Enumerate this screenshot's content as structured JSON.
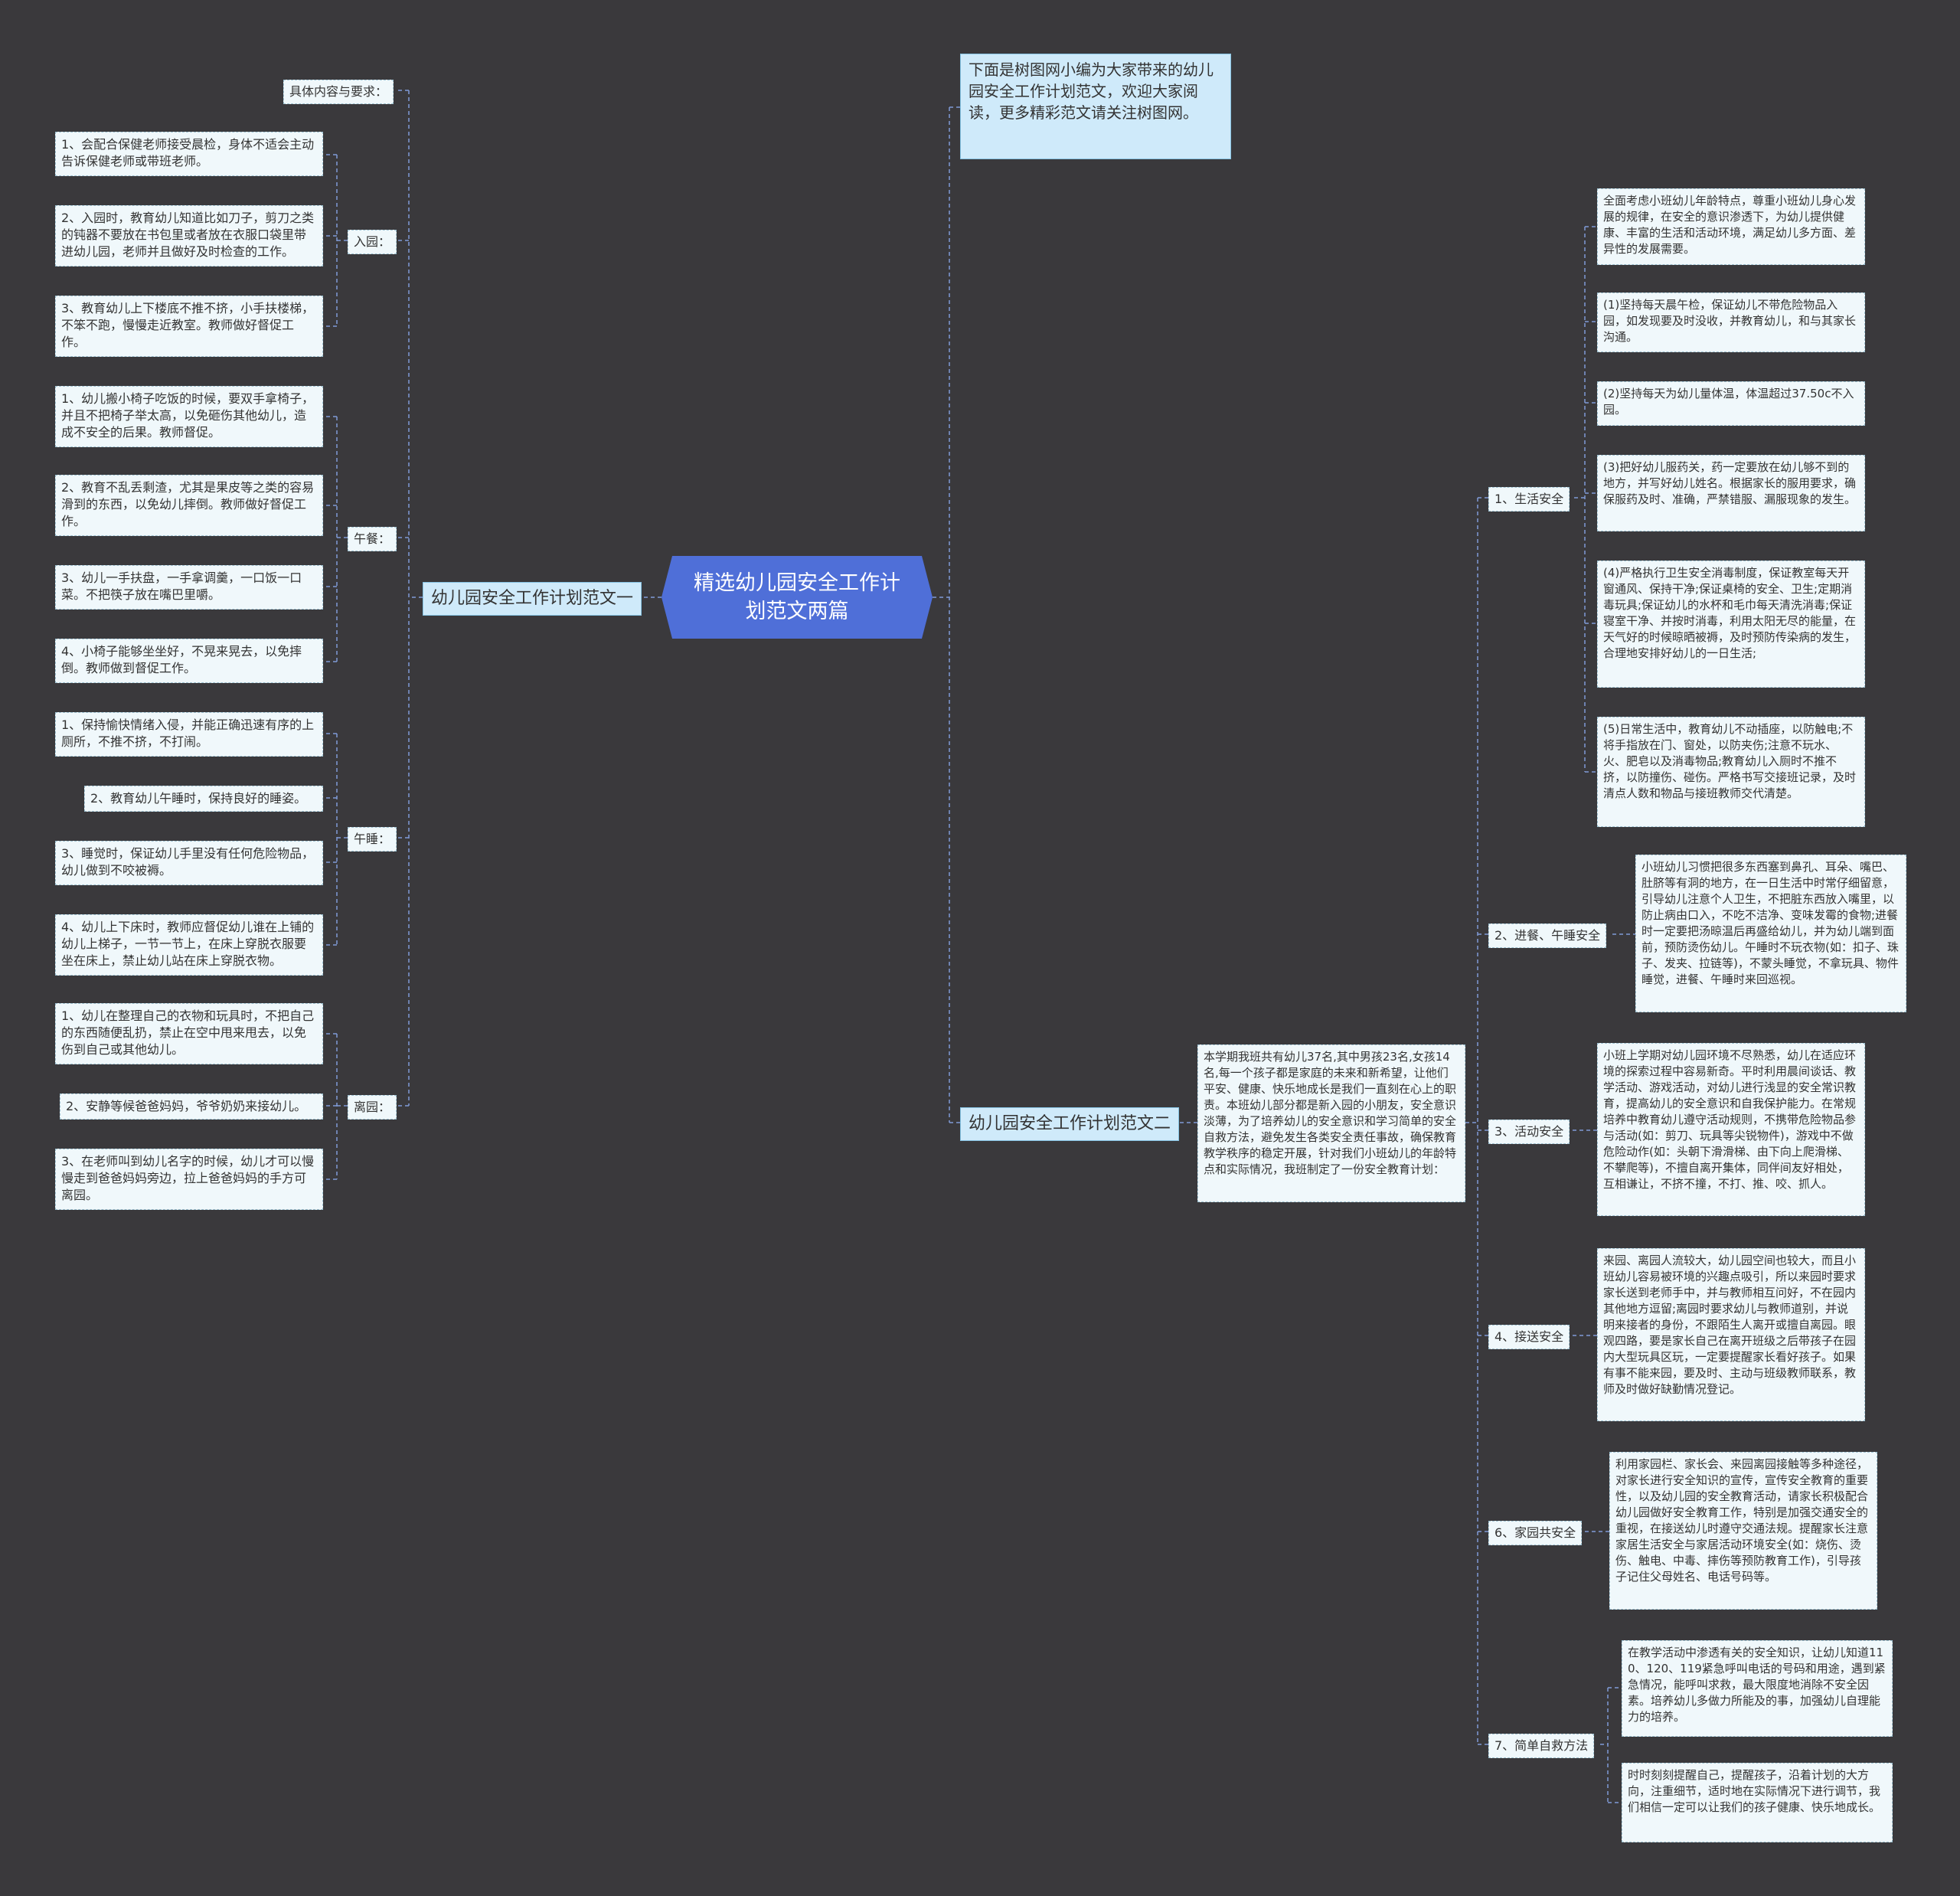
{
  "center": {
    "title": "精选幼儿园安全工作计划范文两篇",
    "color": "#4f6fd8"
  },
  "intro": "下面是树图网小编为大家带来的幼儿园安全工作计划范文，欢迎大家阅读，更多精彩范文请关注树图网。",
  "left": {
    "branch": "幼儿园安全工作计划范文一",
    "requirement_label": "具体内容与要求：",
    "groups": [
      {
        "label": "入园：",
        "items": [
          "1、会配合保健老师接受晨检，身体不适会主动告诉保健老师或带班老师。",
          "2、入园时，教育幼儿知道比如刀子，剪刀之类的钝器不要放在书包里或者放在衣服口袋里带进幼儿园，老师并且做好及时检查的工作。",
          "3、教育幼儿上下楼底不推不挤，小手扶楼梯，不笨不跑，慢慢走近教室。教师做好督促工作。"
        ]
      },
      {
        "label": "午餐：",
        "items": [
          "1、幼儿搬小椅子吃饭的时候，要双手拿椅子，并且不把椅子举太高，以免砸伤其他幼儿，造成不安全的后果。教师督促。",
          "2、教育不乱丢剩渣，尤其是果皮等之类的容易滑到的东西，以免幼儿摔倒。教师做好督促工作。",
          "3、幼儿一手扶盘，一手拿调羹，一口饭一口菜。不把筷子放在嘴巴里嚼。",
          "4、小椅子能够坐坐好，不晃来晃去，以免摔倒。教师做到督促工作。"
        ]
      },
      {
        "label": "午睡：",
        "items": [
          "1、保持愉快情绪入侵，并能正确迅速有序的上厕所，不推不挤，不打闹。",
          "2、教育幼儿午睡时，保持良好的睡姿。",
          "3、睡觉时，保证幼儿手里没有任何危险物品，幼儿做到不咬被褥。",
          "4、幼儿上下床时，教师应督促幼儿谁在上铺的幼儿上梯子，一节一节上，在床上穿脱衣服要坐在床上，禁止幼儿站在床上穿脱衣物。"
        ]
      },
      {
        "label": "离园：",
        "items": [
          "1、幼儿在整理自己的衣物和玩具时，不把自己的东西随便乱扔，禁止在空中甩来甩去，以免伤到自己或其他幼儿。",
          "2、安静等候爸爸妈妈，爷爷奶奶来接幼儿。",
          "3、在老师叫到幼儿名字的时候，幼儿才可以慢慢走到爸爸妈妈旁边，拉上爸爸妈妈的手方可离园。"
        ]
      }
    ]
  },
  "right": {
    "branch": "幼儿园安全工作计划范文二",
    "summary": "本学期我班共有幼儿37名,其中男孩23名,女孩14名,每一个孩子都是家庭的未来和新希望，让他们平安、健康、快乐地成长是我们一直刻在心上的职责。本班幼儿部分都是新入园的小朋友，安全意识淡薄，为了培养幼儿的安全意识和学习简单的安全自救方法，避免发生各类安全责任事故，确保教育教学秩序的稳定开展，针对我们小班幼儿的年龄特点和实际情况，我班制定了一份安全教育计划：",
    "groups": [
      {
        "label": "1、生活安全",
        "items": [
          "全面考虑小班幼儿年龄特点，尊重小班幼儿身心发展的规律，在安全的意识渗透下，为幼儿提供健康、丰富的生活和活动环境，满足幼儿多方面、差异性的发展需要。",
          "(1)坚持每天晨午检，保证幼儿不带危险物品入园，如发现要及时没收，并教育幼儿，和与其家长沟通。",
          "(2)坚持每天为幼儿量体温，体温超过37.50c不入园。",
          "(3)把好幼儿服药关，药一定要放在幼儿够不到的地方，并写好幼儿姓名。根据家长的服用要求，确保服药及时、准确，严禁错服、漏服现象的发生。",
          "(4)严格执行卫生安全消毒制度，保证教室每天开窗通风、保持干净;保证桌椅的安全、卫生;定期消毒玩具;保证幼儿的水杯和毛巾每天清洗消毒;保证寝室干净、并按时消毒，利用太阳无尽的能量，在天气好的时候晾晒被褥，及时预防传染病的发生，合理地安排好幼儿的一日生活;",
          "(5)日常生活中，教育幼儿不动插座，以防触电;不将手指放在门、窗处，以防夹伤;注意不玩水、火、肥皂以及消毒物品;教育幼儿入厕时不推不挤，以防撞伤、碰伤。严格书写交接班记录，及时清点人数和物品与接班教师交代清楚。"
        ]
      },
      {
        "label": "2、进餐、午睡安全",
        "items": [
          "小班幼儿习惯把很多东西塞到鼻孔、耳朵、嘴巴、肚脐等有洞的地方，在一日生活中时常仔细留意，引导幼儿注意个人卫生，不把脏东西放入嘴里，以防止病由口入，不吃不洁净、变味发霉的食物;进餐时一定要把汤晾温后再盛给幼儿，并为幼儿端到面前，预防烫伤幼儿。午睡时不玩衣物(如：扣子、珠子、发夹、拉链等)，不蒙头睡觉，不拿玩具、物件睡觉，进餐、午睡时来回巡视。"
        ]
      },
      {
        "label": "3、活动安全",
        "items": [
          "小班上学期对幼儿园环境不尽熟悉，幼儿在适应环境的探索过程中容易新奇。平时利用晨间谈话、教学活动、游戏活动，对幼儿进行浅显的安全常识教育，提高幼儿的安全意识和自我保护能力。在常规培养中教育幼儿遵守活动规则，不携带危险物品参与活动(如：剪刀、玩具等尖锐物件)，游戏中不做危险动作(如：头朝下滑滑梯、由下向上爬滑梯、不攀爬等)，不擅自离开集体，同伴间友好相处，互相谦让，不挤不撞，不打、推、咬、抓人。"
        ]
      },
      {
        "label": "4、接送安全",
        "items": [
          "来园、离园人流较大，幼儿园空间也较大，而且小班幼儿容易被环境的兴趣点吸引，所以来园时要求家长送到老师手中，并与教师相互问好，不在园内其他地方逗留;离园时要求幼儿与教师道别，并说明来接者的身份，不跟陌生人离开或擅自离园。眼观四路，要是家长自己在离开班级之后带孩子在园内大型玩具区玩，一定要提醒家长看好孩子。如果有事不能来园，要及时、主动与班级教师联系，教师及时做好缺勤情况登记。"
        ]
      },
      {
        "label": "6、家园共安全",
        "items": [
          "利用家园栏、家长会、来园离园接触等多种途径，对家长进行安全知识的宣传，宣传安全教育的重要性，以及幼儿园的安全教育活动，请家长积极配合幼儿园做好安全教育工作，特别是加强交通安全的重视，在接送幼儿时遵守交通法规。提醒家长注意家居生活安全与家居活动环境安全(如：烧伤、烫伤、触电、中毒、摔伤等预防教育工作)，引导孩子记住父母姓名、电话号码等。"
        ]
      },
      {
        "label": "7、简单自救方法",
        "items": [
          "在教学活动中渗透有关的安全知识，让幼儿知道110、120、119紧急呼叫电话的号码和用途，遇到紧急情况，能呼叫求救，最大限度地消除不安全因素。培养幼儿多做力所能及的事，加强幼儿自理能力的培养。",
          "时时刻刻提醒自己，提醒孩子，沿着计划的大方向，注重细节，适时地在实际情况下进行调节，我们相信一定可以让我们的孩子健康、快乐地成长。"
        ]
      }
    ]
  }
}
